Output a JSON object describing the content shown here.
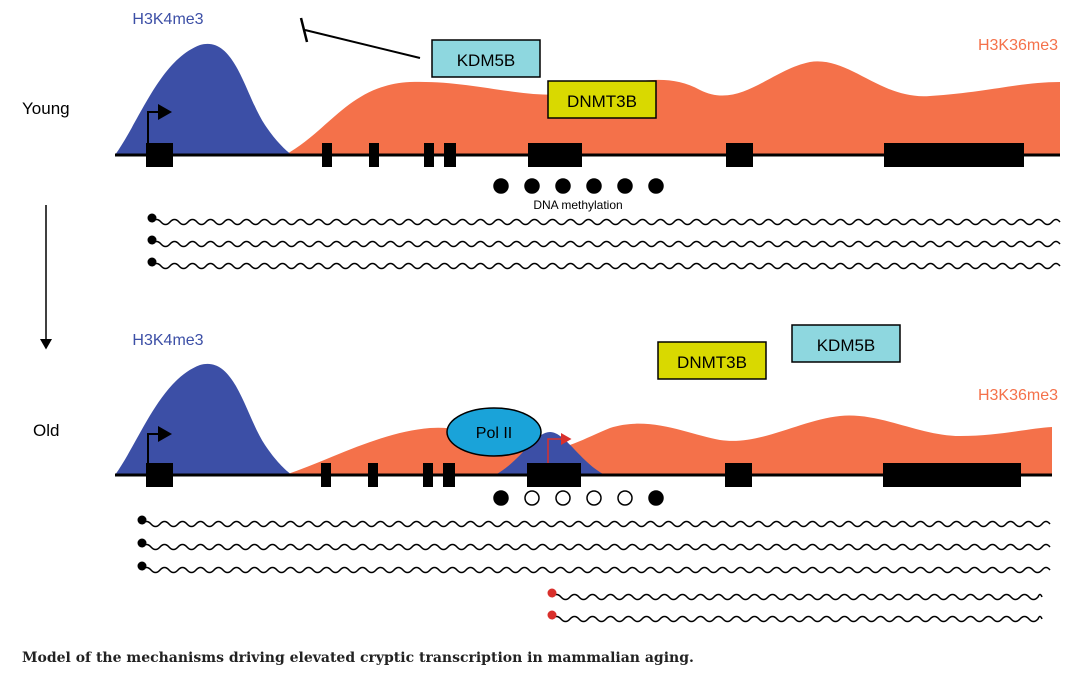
{
  "colors": {
    "h3k4me3": "#3c4fa6",
    "h3k36me3": "#f4714a",
    "kdm5b": "#8ed7df",
    "dnmt3b": "#d9d900",
    "polii": "#1aa3d9",
    "cryptic": "#d9302c",
    "black": "#000000"
  },
  "young": {
    "row_label": "Young",
    "h3k4me3_label": "H3K4me3",
    "h3k36me3_label": "H3K36me3",
    "kdm5b_label": "KDM5B",
    "dnmt3b_label": "DNMT3B",
    "methylation_label": "DNA methylation",
    "methylation_dots": [
      "filled",
      "filled",
      "filled",
      "filled",
      "filled",
      "filled"
    ]
  },
  "old": {
    "row_label": "Old",
    "h3k4me3_label": "H3K4me3",
    "h3k36me3_label": "H3K36me3",
    "kdm5b_label": "KDM5B",
    "dnmt3b_label": "DNMT3B",
    "polii_label": "Pol II",
    "methylation_dots": [
      "filled",
      "open",
      "open",
      "open",
      "open",
      "filled"
    ]
  },
  "caption": "Model of the mechanisms driving elevated cryptic transcription in mammalian aging."
}
